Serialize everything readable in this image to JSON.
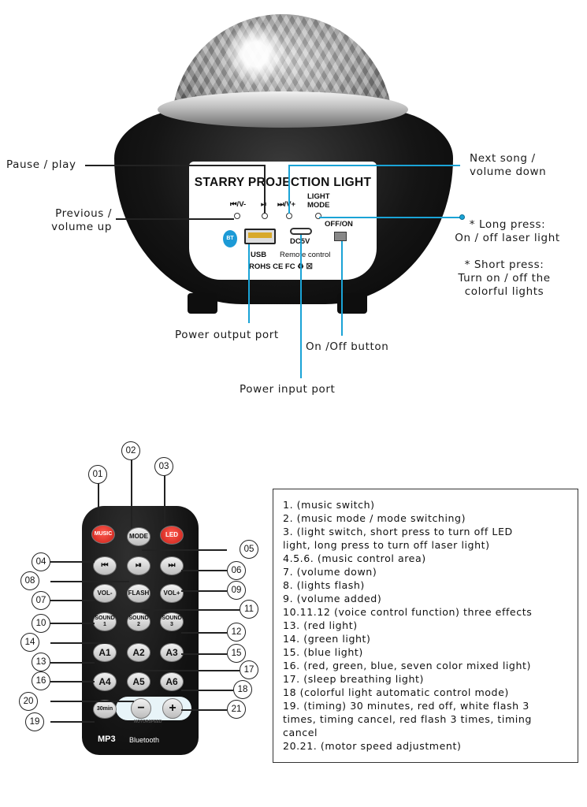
{
  "device": {
    "panel_title": "STARRY PROJECTION LIGHT",
    "btn_prev_label": "⏮/V-",
    "btn_play_label": "⏯",
    "btn_next_label": "⏭/V+",
    "light_mode_line1": "LIGHT",
    "light_mode_line2": "MODE",
    "offon_label": "OFF/ON",
    "bt_label": "BT",
    "usb_label": "USB",
    "dc_label": "DC5V",
    "remote_control_label": "Remote control",
    "certs_label": "ROHS CE FC ♻ ☒"
  },
  "callouts": {
    "pause_play": "Pause / play",
    "next_song": [
      "Next song /",
      "volume down"
    ],
    "previous": [
      "Previous /",
      "volume up"
    ],
    "long_press": [
      "* Long press:",
      "On / off laser light"
    ],
    "short_press": [
      "* Short press:",
      "Turn on / off the",
      "colorful lights"
    ],
    "power_output": "Power output port",
    "onoff_button": "On /Off button",
    "power_input": "Power input port"
  },
  "remote": {
    "music": "MUSIC",
    "mode": "MODE",
    "led": "LED",
    "vol_minus": "VOL-",
    "flash": "FLASH",
    "vol_plus": "VOL+",
    "sound1": "SOUND 1",
    "sound2": "SOUND 2",
    "sound3": "SOUND 3",
    "a1": "A1",
    "a2": "A2",
    "a3": "A3",
    "a4": "A4",
    "a5": "A5",
    "a6": "A6",
    "timer": "30min",
    "minus": "−",
    "plus": "+",
    "motor_speed": "MOTORSPEED",
    "mp3": "MP3",
    "bluetooth": "Bluetooth"
  },
  "numbers": [
    "01",
    "02",
    "03",
    "04",
    "05",
    "06",
    "07",
    "08",
    "09",
    "10",
    "11",
    "12",
    "13",
    "14",
    "15",
    "16",
    "17",
    "18",
    "19",
    "20",
    "21"
  ],
  "legend": [
    "1. (music switch)",
    "2. (music mode / mode switching)",
    "3. (light switch, short press to turn off LED",
    "light, long press to turn off laser light)",
    "4.5.6. (music control area)",
    "7. (volume down)",
    "8. (lights flash)",
    "9. (volume added)",
    "10.11.12 (voice control function) three effects",
    "13. (red light)",
    "14. (green light)",
    "15. (blue light)",
    "16. (red, green, blue, seven color mixed light)",
    "17. (sleep breathing light)",
    "18 (colorful light automatic control mode)",
    "19. (timing) 30 minutes, red off, white flash 3",
    "times, timing cancel, red flash 3 times, timing",
    "cancel",
    "20.21. (motor speed adjustment)"
  ]
}
